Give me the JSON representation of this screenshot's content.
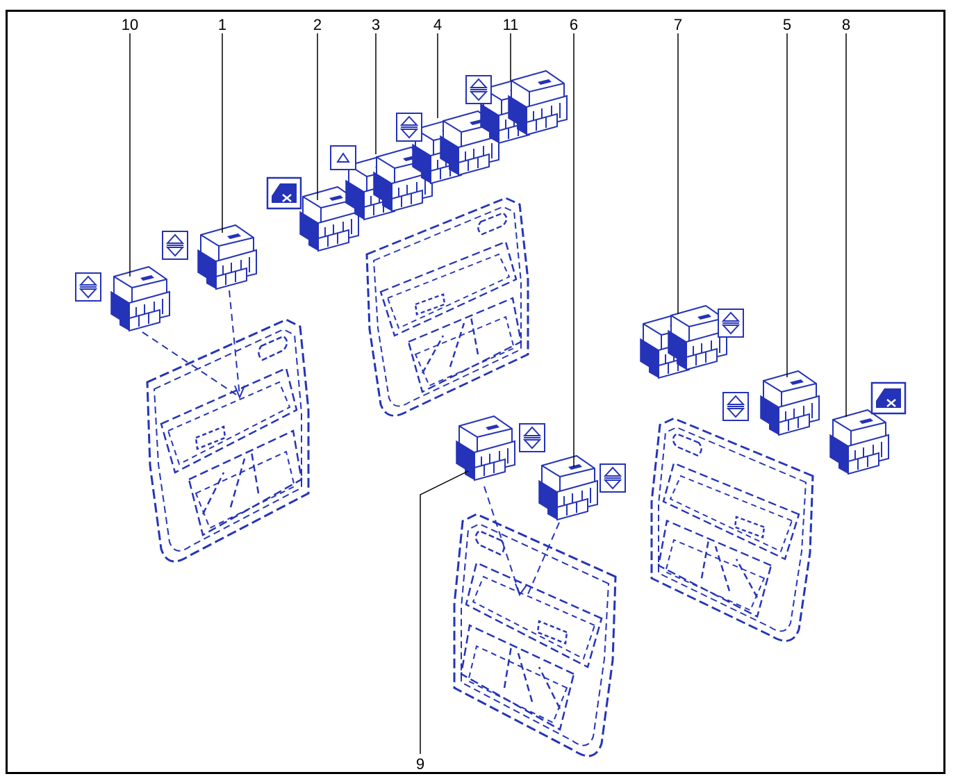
{
  "diagram": {
    "callouts": [
      {
        "id": "c10",
        "label": "10"
      },
      {
        "id": "c1",
        "label": "1"
      },
      {
        "id": "c2",
        "label": "2"
      },
      {
        "id": "c3",
        "label": "3"
      },
      {
        "id": "c4",
        "label": "4"
      },
      {
        "id": "c11",
        "label": "11"
      },
      {
        "id": "c6",
        "label": "6"
      },
      {
        "id": "c7",
        "label": "7"
      },
      {
        "id": "c5",
        "label": "5"
      },
      {
        "id": "c8",
        "label": "8"
      },
      {
        "id": "c9",
        "label": "9"
      }
    ],
    "symbols": {
      "up_down": "up-down-arrows-icon",
      "up_only": "up-arrow-icon",
      "lockout": "window-lockout-icon"
    },
    "colors": {
      "line_art": "#2433b8",
      "frame": "#000000",
      "callout_text": "#000000"
    }
  }
}
